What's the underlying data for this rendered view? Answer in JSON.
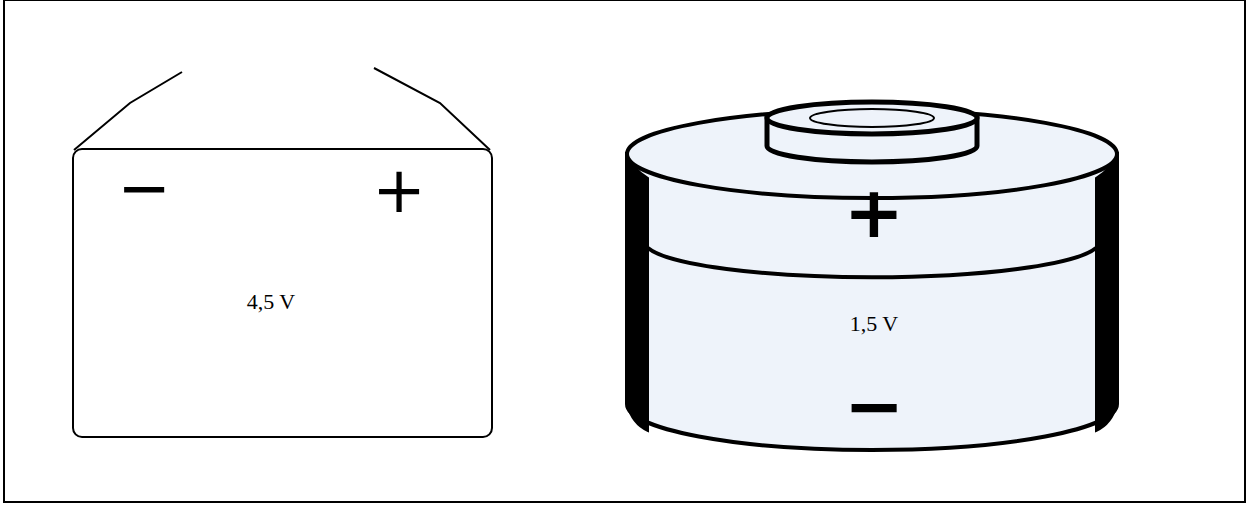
{
  "diagram": {
    "nodes": [
      {
        "text": [
          "−",
          "+",
          "4,5 V"
        ]
      },
      {
        "text": [
          "+",
          "1,5 V",
          "−"
        ]
      }
    ]
  }
}
